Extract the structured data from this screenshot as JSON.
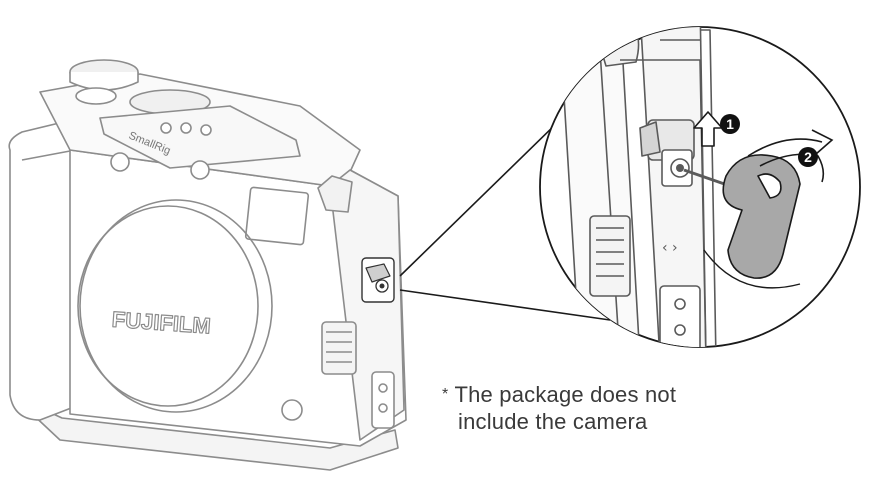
{
  "diagram": {
    "lens_cap_brand": "FUJIFILM",
    "cage_brand": "SmallRig",
    "step_markers": [
      {
        "number": "1",
        "action": "pull-up"
      },
      {
        "number": "2",
        "action": "rotate-key"
      }
    ]
  },
  "note": {
    "star": "*",
    "line1": "The package does not",
    "line2": "include the camera"
  },
  "colors": {
    "outline": "#8c8c8c",
    "detail_outline": "#5a5a5a",
    "callout_line": "#1a1a1a",
    "marker_fill": "#111111",
    "key_fill": "#a8a8a8",
    "text": "#3a3a3a"
  }
}
